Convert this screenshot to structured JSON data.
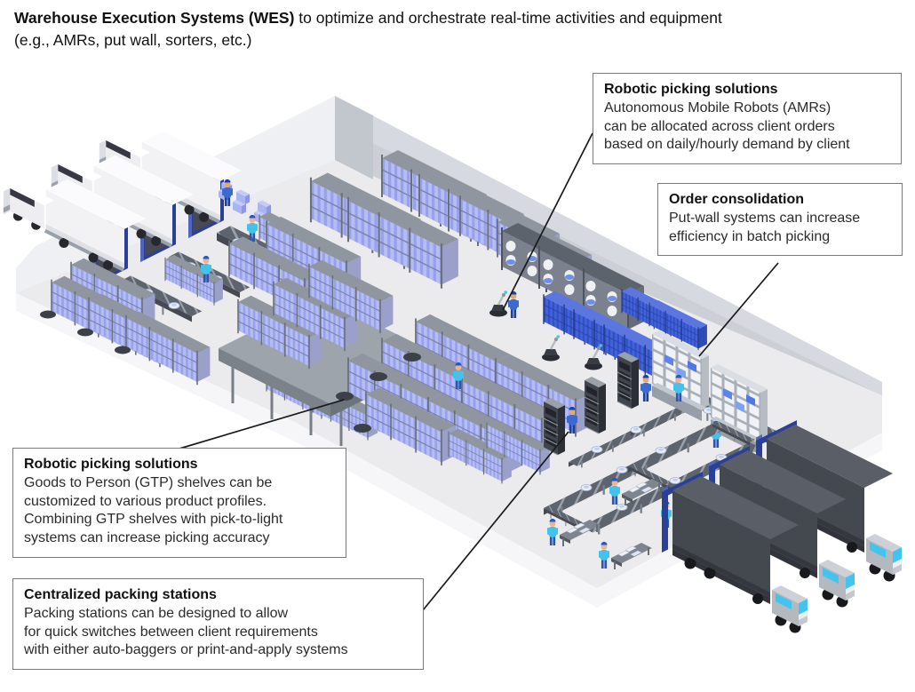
{
  "header": {
    "title_bold": "Warehouse Execution Systems (WES)",
    "title_rest": " to optimize and orchestrate real-time activities and equipment",
    "title_line2": "(e.g., AMRs, put wall, sorters, etc.)"
  },
  "callouts": {
    "amr": {
      "title": "Robotic picking solutions",
      "body": "Autonomous Mobile Robots (AMRs)\ncan be allocated across client orders\nbased on daily/hourly demand by client"
    },
    "putwall": {
      "title": "Order consolidation",
      "body": "Put-wall systems can increase\nefficiency in batch picking"
    },
    "gtp": {
      "title": "Robotic picking solutions",
      "body": "Goods to Person (GTP) shelves can be\ncustomized to various product profiles.\nCombining GTP shelves with pick-to-light\nsystems can increase picking accuracy"
    },
    "packing": {
      "title": "Centralized packing stations",
      "body": "Packing stations can be designed to allow\nfor quick switches between client requirements\nwith either auto-baggers or print-and-apply systems"
    }
  },
  "colors": {
    "dock_door_blue": "#2a3f97",
    "worker_scrubs_cyan": "#43c2ec",
    "worker_uniform_blue": "#3b6ad1",
    "tote_periwinkle": "#aab4f0",
    "tote_bright_blue": "#3d5fd9",
    "outbound_truck_gray": "#44484f",
    "truck_windshield_cyan": "#41c4f0",
    "inbound_truck_white": "#f3f3f6",
    "floor_gray": "#ebebee",
    "wall_gray": "#ccd0d6",
    "callout_border": "#7a7a7a",
    "leader_line": "#1a1a1a"
  }
}
